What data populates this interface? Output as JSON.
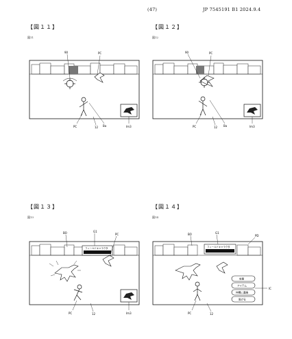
{
  "header": {
    "page_number": "(47)",
    "patent_id": "JP 7545191 B1 2024.9.4"
  },
  "figures": [
    {
      "title": "【図１１】",
      "label": "図11",
      "annotations": {
        "top_a": "90",
        "top_b": "PC",
        "bottom_a": "PC",
        "bottom_b": "12",
        "bottom_c": "Ba",
        "bottom_d": "Im3"
      }
    },
    {
      "title": "【図１２】",
      "label": "図12",
      "annotations": {
        "top_a": "90",
        "top_b": "PC",
        "bottom_a": "PC",
        "bottom_b": "12",
        "bottom_c": "Ba",
        "bottom_d": "Im3"
      }
    },
    {
      "title": "【図１３】",
      "label": "図13",
      "annotations": {
        "top_a": "BO",
        "top_b": "G1",
        "top_c": "PC",
        "bottom_a": "PC",
        "bottom_b": "12",
        "bottom_c": "Im3"
      },
      "gauge_text": "フィールドキャラクタ"
    },
    {
      "title": "【図１４】",
      "label": "図14",
      "annotations": {
        "top_a": "BO",
        "top_b": "G1",
        "top_c": "PD",
        "bottom_a": "PC",
        "bottom_b": "12",
        "side": "IC"
      },
      "gauge_text": "フィールドキャラクタ",
      "menu": [
        "攻撃",
        "アイテム",
        "仲間に連絡",
        "逃げる"
      ]
    }
  ]
}
